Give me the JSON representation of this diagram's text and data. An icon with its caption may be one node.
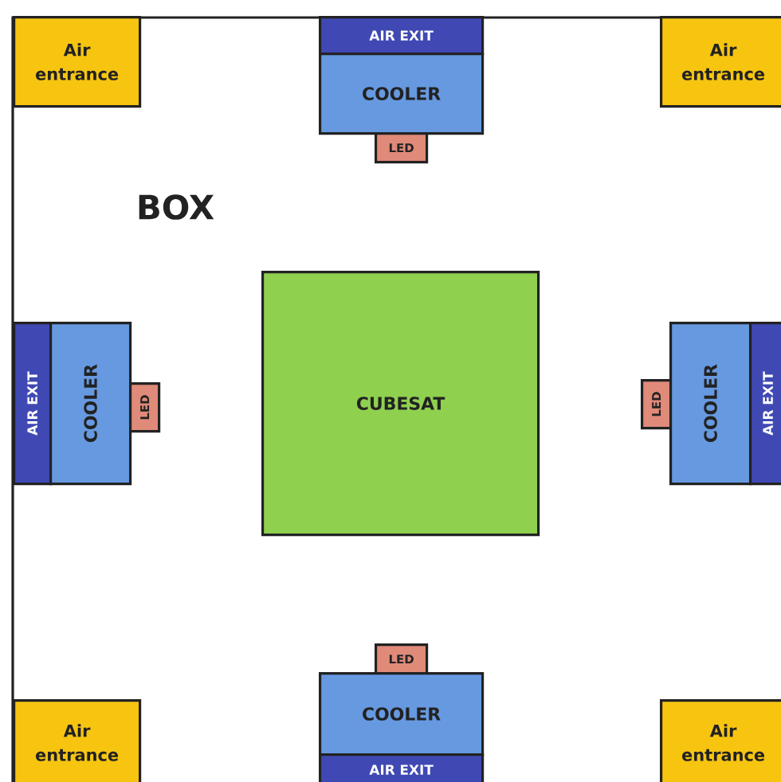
{
  "diagram": {
    "nodes": [
      {
        "text": [
          "BOX"
        ]
      },
      {
        "text": [
          "Air entrance"
        ],
        "in": 0
      },
      {
        "text": [
          "AIR EXIT"
        ],
        "in": 0
      },
      {
        "text": [
          "COOLER"
        ],
        "in": 0
      },
      {
        "text": [
          "Air entrance"
        ],
        "in": 0
      },
      {
        "text": [
          "LED"
        ],
        "in": 0
      },
      {
        "text": [
          "AIR EXIT"
        ],
        "in": 0
      },
      {
        "text": [
          "COOLER"
        ],
        "in": 0
      },
      {
        "text": [
          "LED"
        ],
        "in": 0
      },
      {
        "text": [
          "CUBESAT"
        ],
        "in": 0
      },
      {
        "text": [
          "LED"
        ],
        "in": 0
      },
      {
        "text": [
          "COOLER"
        ],
        "in": 0
      },
      {
        "text": [
          "AIR EXIT"
        ],
        "in": 0
      },
      {
        "text": [
          "LED"
        ],
        "in": 0
      },
      {
        "text": [
          "COOLER"
        ],
        "in": 0
      },
      {
        "text": [
          "Air entrance"
        ],
        "in": 0
      },
      {
        "text": [
          "AIR EXIT"
        ],
        "in": 0
      },
      {
        "text": [
          "Air entrance"
        ],
        "in": 0
      }
    ]
  }
}
